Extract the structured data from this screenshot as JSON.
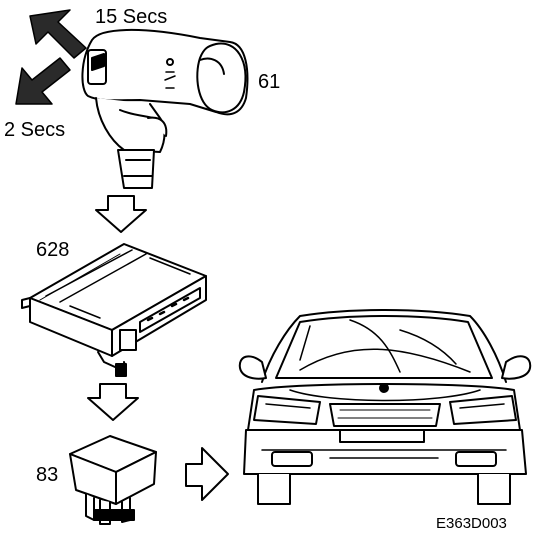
{
  "labels": {
    "up_duration": "15 Secs",
    "down_duration": "2 Secs",
    "switch_ref": "61",
    "module_ref": "628",
    "relay_ref": "83",
    "figure_code": "E363D003"
  },
  "colors": {
    "ink": "#000000",
    "background": "#ffffff",
    "arrow_fill": "#2a2a2a",
    "hollow_arrow_fill": "#ffffff"
  },
  "icons": {
    "up_arrow": "bold-diagonal-arrow-up-left",
    "down_arrow": "bold-diagonal-arrow-down-left",
    "flow_arrow": "hollow-block-arrow"
  }
}
